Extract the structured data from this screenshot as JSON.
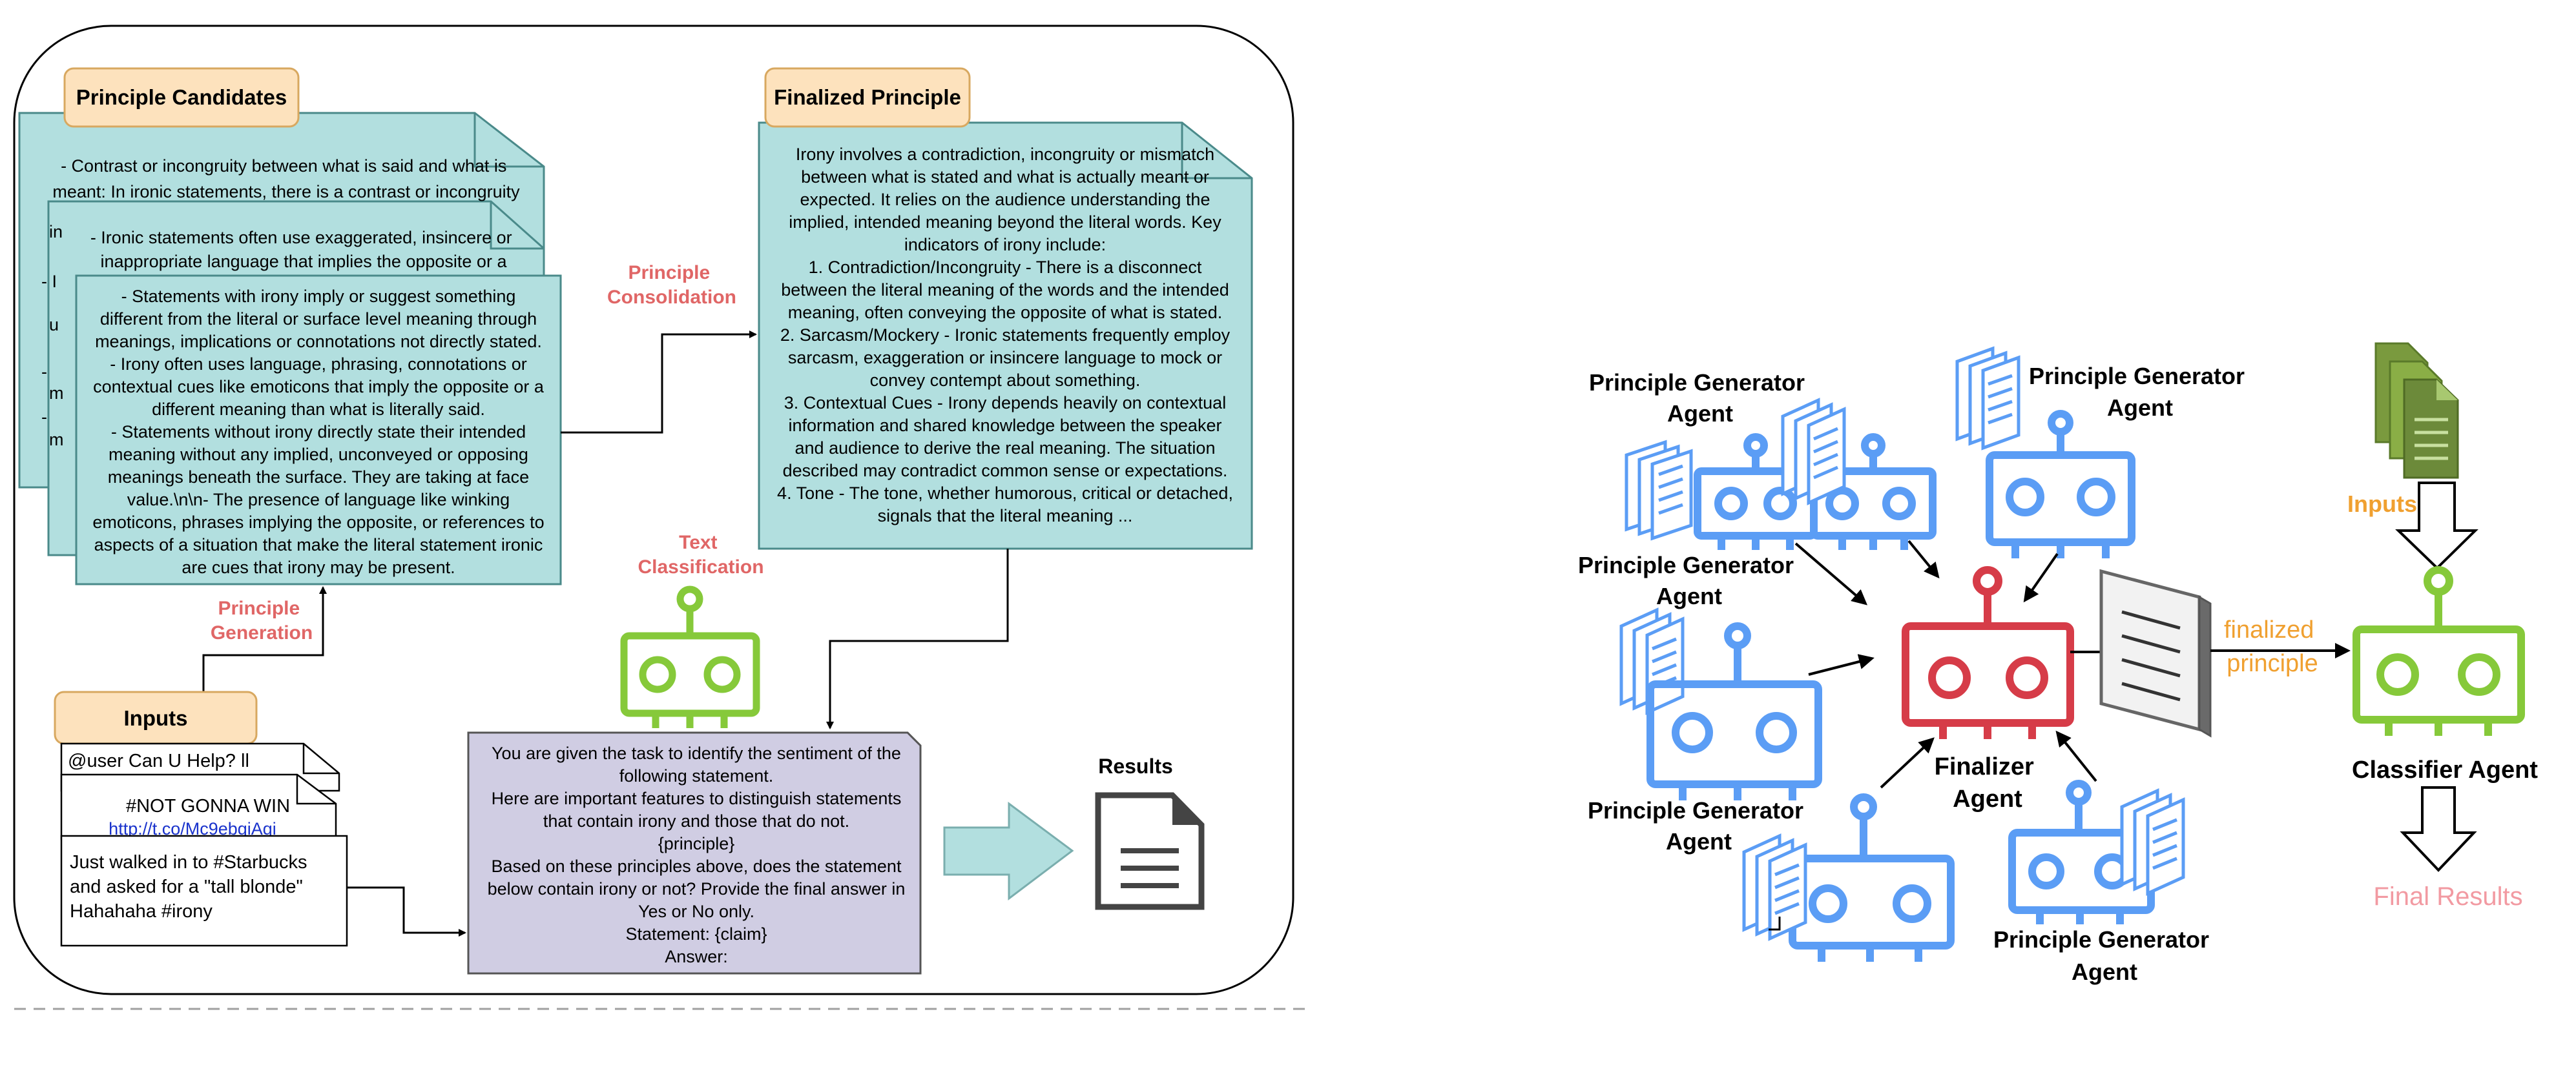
{
  "left_panel": {
    "principle_candidates_label": "Principle Candidates",
    "finalized_principle_label": "Finalized Principle",
    "inputs_label": "Inputs",
    "results_label": "Results",
    "principle_generation_label": [
      "Principle",
      "Generation"
    ],
    "principle_consolidation_label": [
      "Principle",
      "Consolidation"
    ],
    "text_classification_label": [
      "Text",
      "Classification"
    ],
    "candidate_doc1_lines": [
      "- Contrast or incongruity between what is said and what is",
      "meant: In ironic statements, there is a contrast or incongruity"
    ],
    "candidate_doc2_lines": [
      "- Ironic statements often use exaggerated, insincere or",
      "inappropriate language that implies the opposite or a"
    ],
    "candidate_doc3_lines": [
      "- Statements with irony imply or suggest something",
      "different from the literal or surface level meaning through",
      "meanings, implications or connotations not directly stated.",
      "- Irony often uses language, phrasing, connotations or",
      "contextual cues like emoticons that imply the opposite or a",
      "different meaning than what is literally said.",
      "- Statements without irony directly state their intended",
      "meaning without any implied, unconveyed or opposing",
      "meanings beneath the surface. They are taking at face",
      "value.\\n\\n- The presence of language like winking",
      "emoticons, phrases implying the opposite, or references to",
      "aspects of a situation that make the literal statement ironic",
      "are cues that irony may be present."
    ],
    "finalized_principle_lines": [
      "Irony involves a contradiction, incongruity or mismatch",
      "between what is stated and what is actually meant or",
      "expected. It relies on the audience understanding the",
      "implied, intended meaning beyond the literal words. Key",
      "indicators of irony include:",
      "1. Contradiction/Incongruity - There is a disconnect",
      "between the literal meaning of the words and the intended",
      "meaning, often conveying the opposite of what is stated.",
      "2. Sarcasm/Mockery - Ironic statements frequently employ",
      "sarcasm, exaggeration or insincere language to mock or",
      "convey contempt about something.",
      "3. Contextual Cues - Irony depends heavily on contextual",
      "information and shared knowledge between the speaker",
      "and audience to derive the real meaning. The situation",
      "described may contradict common sense or expectations.",
      "4. Tone - The tone, whether humorous, critical or detached,",
      "signals that the literal meaning ..."
    ],
    "input1_text": "@user Can U Help? ll",
    "input2_text": "#NOT GONNA WIN",
    "input2_link": "http://t.co/Mc9ebgiAgi",
    "input3_lines": [
      "Just walked in to #Starbucks",
      "and asked for a \"tall blonde\"",
      "Hahahaha #irony"
    ],
    "prompt_lines": [
      "You are given the task to identify the sentiment of the",
      "following statement.",
      "Here are important features to distinguish statements",
      "that contain irony and those that do not.",
      "{principle}",
      "Based on these principles above, does the statement",
      "below contain irony or not? Provide the final answer in",
      "Yes or No only.",
      "Statement: {claim}",
      "Answer:"
    ]
  },
  "right_panel": {
    "generator_label": [
      "Principle Generator",
      "Agent"
    ],
    "finalizer_label": [
      "Finalizer",
      "Agent"
    ],
    "classifier_label": "Classifier Agent",
    "inputs_label": "Inputs",
    "finalized_principle_label": [
      "finalized",
      "principle"
    ],
    "final_results_label": "Final Results"
  },
  "colors": {
    "doc_fill": "#b2dfdf",
    "label_fill": "#fde2bd",
    "prompt_fill": "#d0cde3",
    "generator_blue": "#5b9df5",
    "finalizer_red": "#d63c48",
    "classifier_green": "#86c93a",
    "accent_red_text": "#e06666",
    "accent_orange_text": "#f0a030",
    "final_results_pink": "#f29aa2",
    "inputs_doc_green": "#6c8a3a"
  }
}
